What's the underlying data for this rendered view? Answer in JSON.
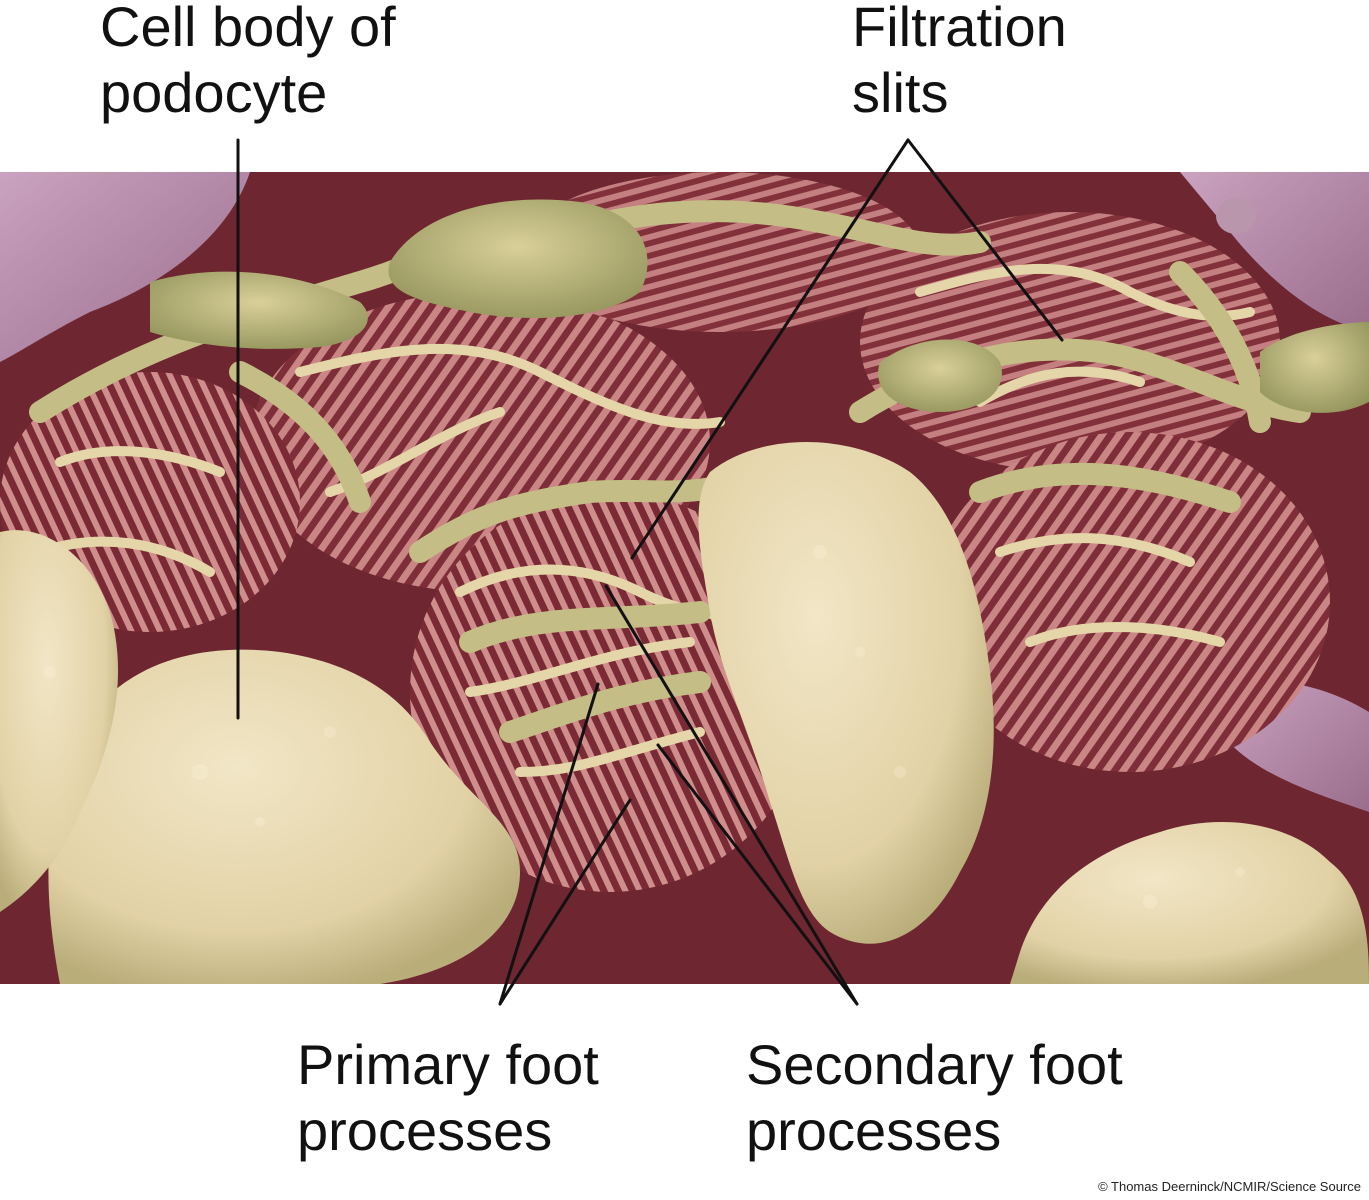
{
  "labels": {
    "cell_body": [
      "Cell body of",
      "podocyte"
    ],
    "filtration": [
      "Filtration",
      "slits"
    ],
    "primary": [
      "Primary foot",
      "processes"
    ],
    "secondary": [
      "Secondary foot",
      "processes"
    ]
  },
  "credit": "© Thomas Deerninck/NCMIR/Science Source",
  "colors": {
    "background_tissue": "#8a3a40",
    "slit_stripes": "#c98684",
    "podocyte_tan": "#e7d9b0",
    "podocyte_olive": "#a9a86a",
    "lavender": "#b38aa5",
    "leader_lines": "#111111"
  }
}
